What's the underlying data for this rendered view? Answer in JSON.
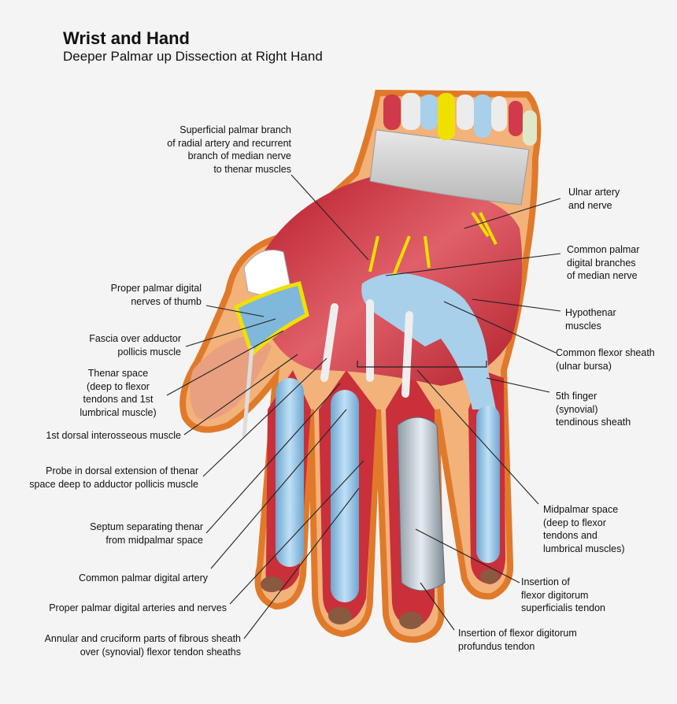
{
  "title": "Wrist and Hand",
  "subtitle": "Deeper Palmar up Dissection at Right Hand",
  "labels": {
    "superficial_palmar_branch": "Superficial palmar branch\nof radial artery and recurrent\nbranch of median nerve\nto thenar muscles",
    "proper_palmar_digital_thumb": "Proper palmar digital\nnerves of thumb",
    "fascia_adductor": "Fascia over adductor\npollicis muscle",
    "thenar_space": "Thenar space\n(deep to flexor\ntendons and 1st\nlumbrical muscle)",
    "first_dorsal_interosseous": "1st dorsal interosseous muscle",
    "probe": "Probe in dorsal extension of thenar\nspace deep to adductor pollicis muscle",
    "septum": "Septum separating thenar\nfrom midpalmar space",
    "common_palmar_digital_artery": "Common palmar digital artery",
    "proper_palmar_digital_arteries": "Proper palmar digital arteries and nerves",
    "annular_cruciform": "Annular and cruciform parts of fibrous sheath\nover (synovial) flexor tendon sheaths",
    "ulnar_artery": "Ulnar artery\nand nerve",
    "common_palmar_digital_median": "Common palmar\ndigital branches\nof median nerve",
    "hypothenar": "Hypothenar\nmuscles",
    "common_flexor_sheath": "Common flexor sheath\n(ulnar bursa)",
    "fifth_finger_sheath": "5th finger\n(synovial)\ntendinous sheath",
    "midpalmar_space": "Midpalmar space\n(deep to flexor\ntendons and\nlumbrical muscles)",
    "insertion_superficialis": "Insertion of\nflexor digitorum\nsuperficialis tendon",
    "insertion_profundus": "Insertion of flexor digitorum\nprofundus tendon"
  },
  "colors": {
    "skin": "#f2b27a",
    "skin_edge": "#e07a2a",
    "muscle": "#c9303a",
    "sheath": "#9cc9e6",
    "nerve": "#f0e000",
    "leader": "#222222"
  }
}
